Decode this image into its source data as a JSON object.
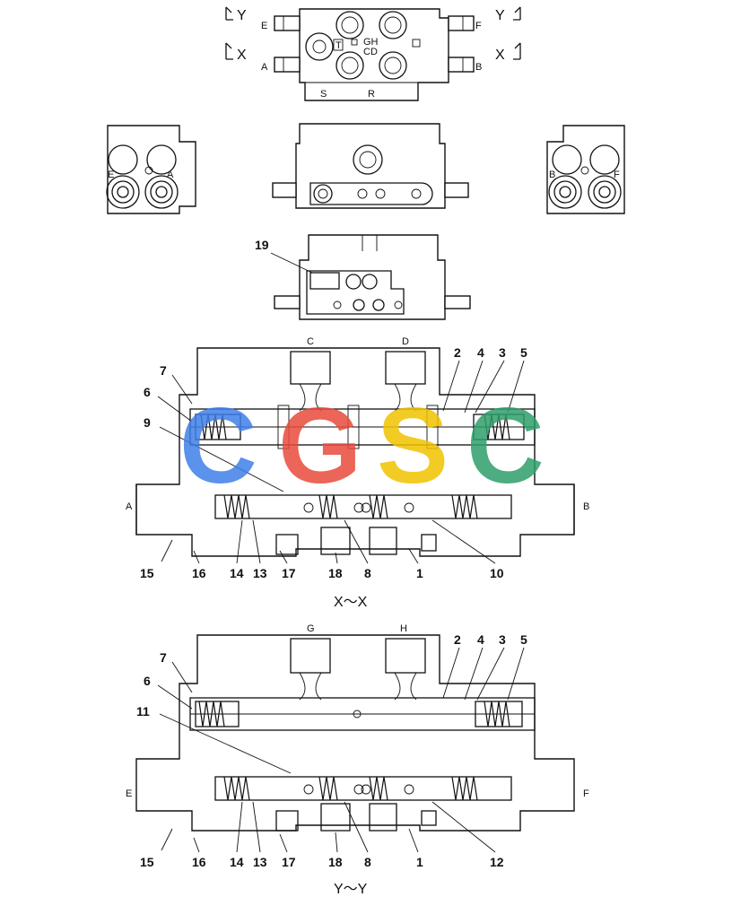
{
  "top_view": {
    "arrows": {
      "y_left": "Y",
      "y_right": "Y",
      "x_left": "X",
      "x_right": "X"
    },
    "ports": {
      "e": "E",
      "f": "F",
      "a": "A",
      "b": "B",
      "s": "S",
      "r": "R",
      "t": "T",
      "gh": "GH",
      "cd": "CD"
    }
  },
  "side_views": {
    "left_ports": {
      "e": "E",
      "a": "A"
    },
    "right_ports": {
      "b": "B",
      "f": "F"
    }
  },
  "bottom_view": {
    "label_19": "19"
  },
  "section_x": {
    "title": "X～X",
    "ports": {
      "c": "C",
      "d": "D",
      "a": "A",
      "b": "B"
    },
    "callouts": [
      "2",
      "4",
      "3",
      "5",
      "7",
      "6",
      "9",
      "15",
      "16",
      "14",
      "13",
      "17",
      "18",
      "8",
      "1",
      "10"
    ]
  },
  "section_y": {
    "title": "Y～Y",
    "ports": {
      "g": "G",
      "h": "H",
      "e": "E",
      "f": "F"
    },
    "callouts": [
      "2",
      "4",
      "3",
      "5",
      "7",
      "6",
      "11",
      "15",
      "16",
      "14",
      "13",
      "17",
      "18",
      "8",
      "1",
      "12"
    ]
  },
  "watermark": {
    "letters": [
      "C",
      "G",
      "S",
      "C"
    ],
    "colors": [
      "#3f7fe8",
      "#e84b3c",
      "#f2c300",
      "#2e9e6b"
    ]
  }
}
